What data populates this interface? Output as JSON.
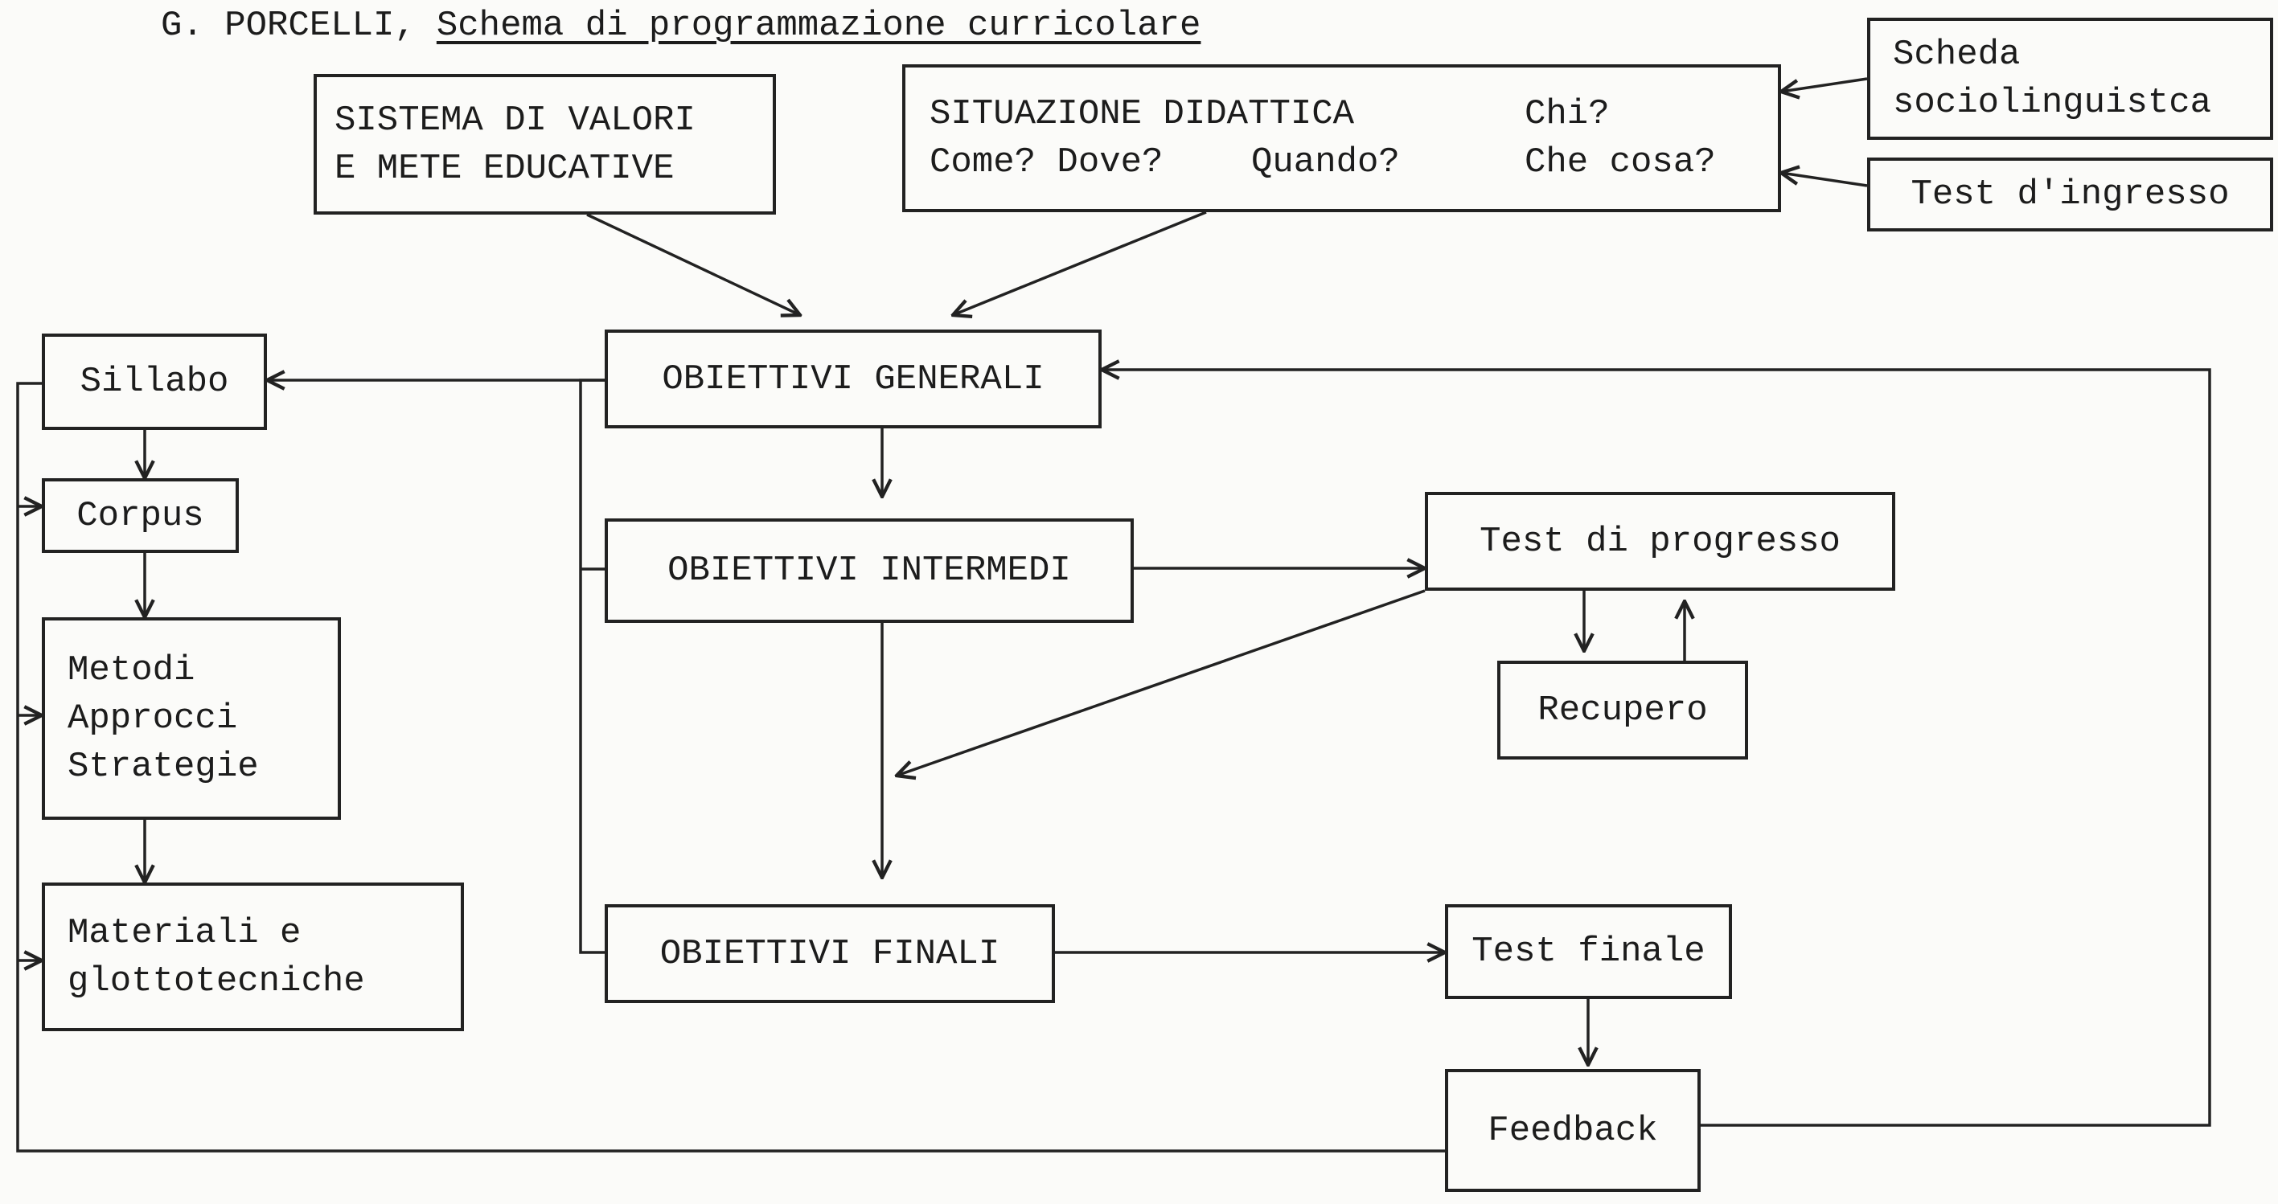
{
  "diagram": {
    "title": {
      "author": "G. PORCELLI,",
      "subject": "Schema di programmazione curricolare"
    },
    "nodes": {
      "sistema": {
        "line1": "SISTEMA DI VALORI",
        "line2": "E METE EDUCATIVE"
      },
      "situazione": {
        "label": "SITUAZIONE DIDATTICA",
        "q_chi": "Chi?",
        "q_come": "Come? Dove?",
        "q_quando": "Quando?",
        "q_checosa": "Che cosa?"
      },
      "scheda": {
        "line1": "Scheda",
        "line2": "sociolinguistca"
      },
      "test_ingresso": "Test d'ingresso",
      "obiettivi_generali": "OBIETTIVI GENERALI",
      "obiettivi_intermedi": "OBIETTIVI INTERMEDI",
      "obiettivi_finali": "OBIETTIVI FINALI",
      "sillabo": "Sillabo",
      "corpus": "Corpus",
      "metodi": {
        "line1": "Metodi",
        "line2": "Approcci",
        "line3": "Strategie"
      },
      "materiali": {
        "line1": "Materiali e",
        "line2": "glottotecniche"
      },
      "test_progresso": "Test di progresso",
      "recupero": "Recupero",
      "test_finale": "Test finale",
      "feedback": "Feedback"
    }
  }
}
